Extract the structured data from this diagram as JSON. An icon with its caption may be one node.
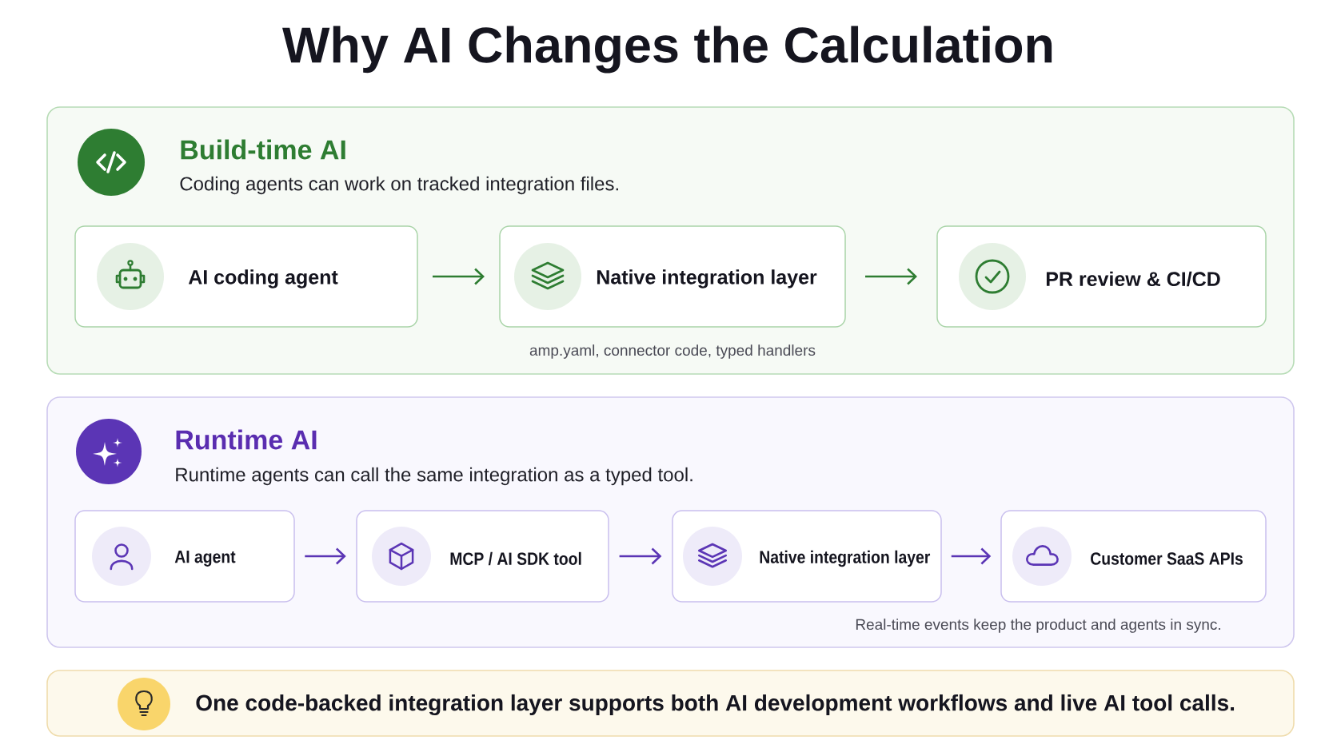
{
  "diagram": {
    "title": "Why AI Changes the Calculation",
    "nodes": [
      {
        "text": [
          "Build-time AI",
          "Coding agents can work on tracked integration files."
        ]
      },
      {
        "text": [
          "AI coding agent"
        ],
        "in": 0
      },
      {
        "text": [
          "Native integration layer"
        ],
        "in": 0,
        "beside": [
          "amp.yaml, connector code, typed handlers"
        ]
      },
      {
        "text": [
          "PR review & CI/CD"
        ],
        "in": 0
      },
      {
        "text": [
          "Runtime AI",
          "Runtime agents can call the same integration as a typed tool.",
          "Real-time events keep the product and agents in sync."
        ]
      },
      {
        "text": [
          "AI agent"
        ],
        "in": 4
      },
      {
        "text": [
          "MCP / AI SDK tool"
        ],
        "in": 4
      },
      {
        "text": [
          "Native integration layer"
        ],
        "in": 4
      },
      {
        "text": [
          "Customer SaaS APIs"
        ],
        "in": 4
      },
      {
        "text": [
          "One code-backed integration layer supports both AI development workflows and live AI tool calls."
        ]
      }
    ],
    "edges": [
      {
        "from": 1,
        "to": 2,
        "arrow": "to",
        "color": "#2e7d32"
      },
      {
        "from": 2,
        "to": 3,
        "arrow": "to",
        "color": "#2e7d32"
      },
      {
        "from": 5,
        "to": 6,
        "arrow": "to"
      },
      {
        "from": 6,
        "to": 7,
        "arrow": "to"
      },
      {
        "from": 7,
        "to": 8,
        "arrow": "to"
      }
    ]
  }
}
